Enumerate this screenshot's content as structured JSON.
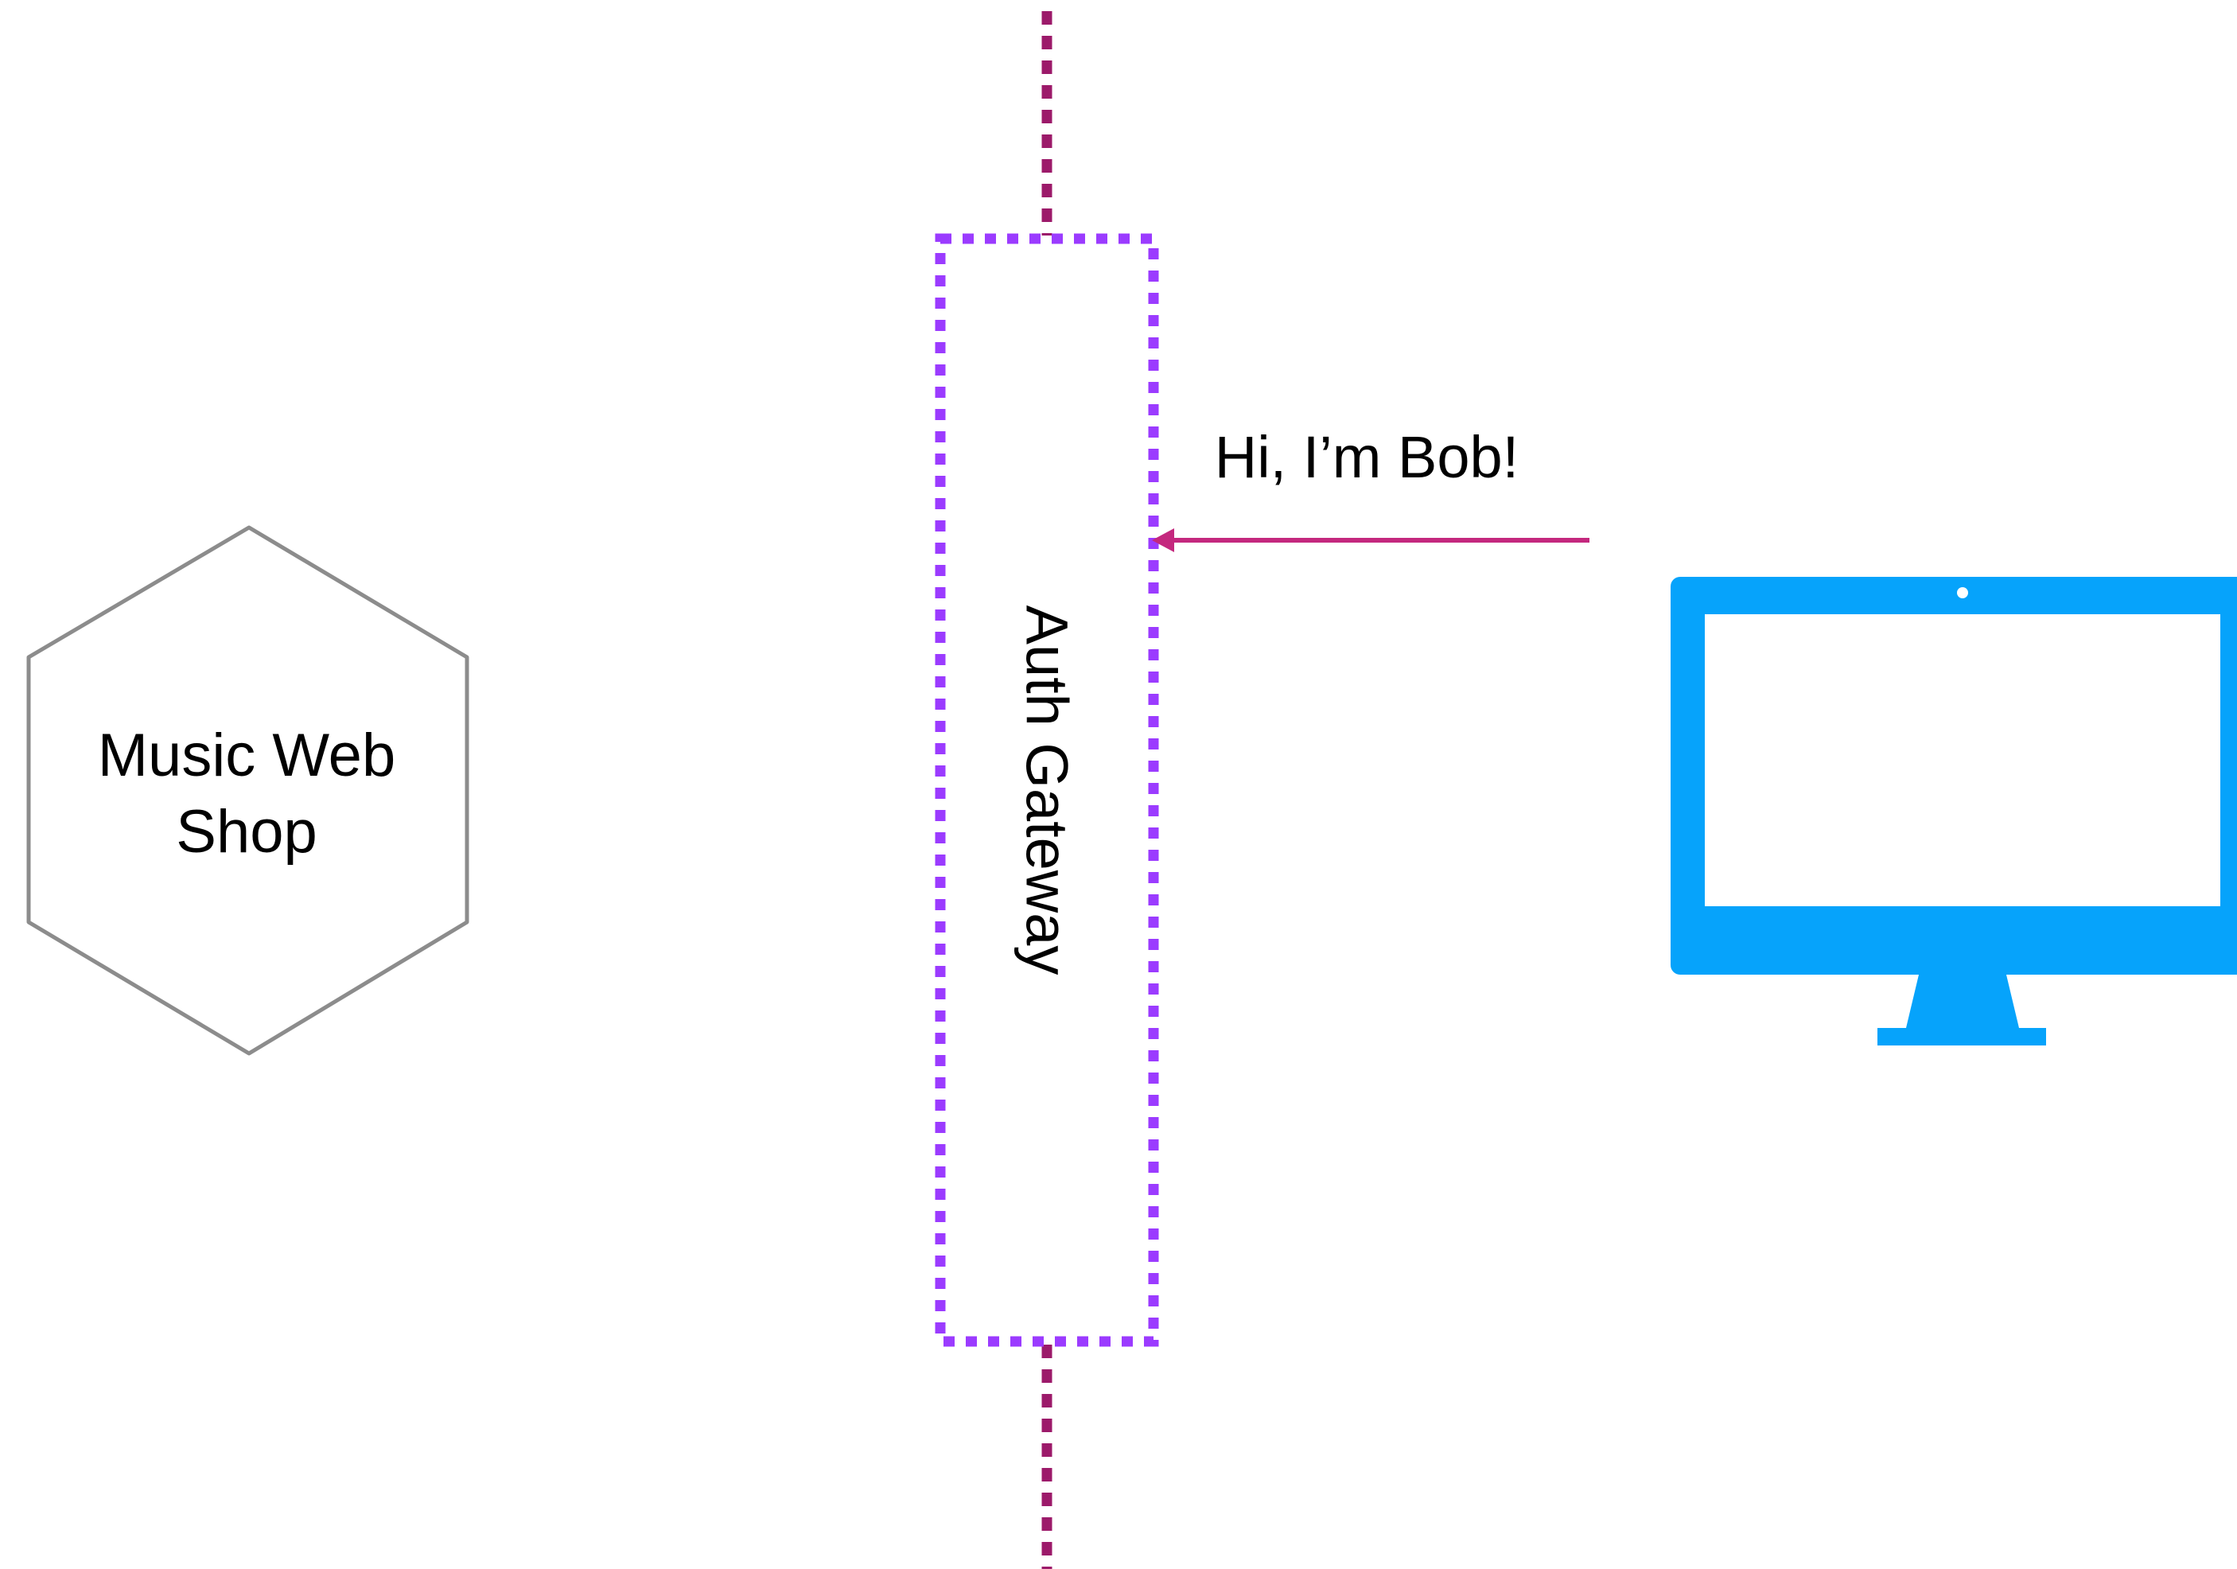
{
  "nodes": {
    "music_shop": {
      "label_line1": "Music Web",
      "label_line2": "Shop",
      "icon": "hexagon-service-icon"
    },
    "gateway": {
      "label": "Auth Gateway"
    },
    "client": {
      "icon": "desktop-monitor-icon"
    }
  },
  "edges": {
    "request": {
      "label": "Hi, I’m Bob!",
      "from": "client",
      "to": "gateway"
    }
  },
  "colors": {
    "boundary_line": "#9C1A6A",
    "gateway_border": "#9B3BFF",
    "arrow": "#C4287E",
    "hexagon_stroke": "#8C8C8C",
    "monitor": "#06A3FB",
    "text": "#000000"
  }
}
